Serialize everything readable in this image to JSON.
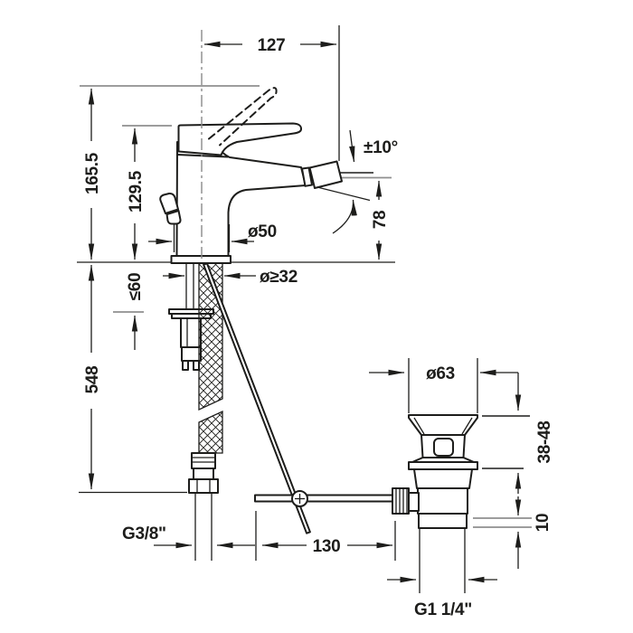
{
  "drawing": {
    "title": "Single-lever bidet mixer installation drawing",
    "colors": {
      "background": "#ffffff",
      "line": "#1d1d1b",
      "reference_line": "#8f8f8f"
    },
    "dimensions": {
      "spout_reach": "127",
      "total_height": "165.5",
      "body_height": "129.5",
      "swivel_angle": "±10°",
      "outlet_height": "78",
      "base_diameter": "ø50",
      "hole_diameter": "ø≥32",
      "max_deck_thickness": "≤60",
      "hose_length": "548",
      "supply_thread": "G3/8\"",
      "rod_length": "130",
      "waste_flange_diameter": "ø63",
      "waste_clamp_range": "38-48",
      "waste_spacer": "10",
      "waste_thread": "G1 1/4\""
    }
  }
}
